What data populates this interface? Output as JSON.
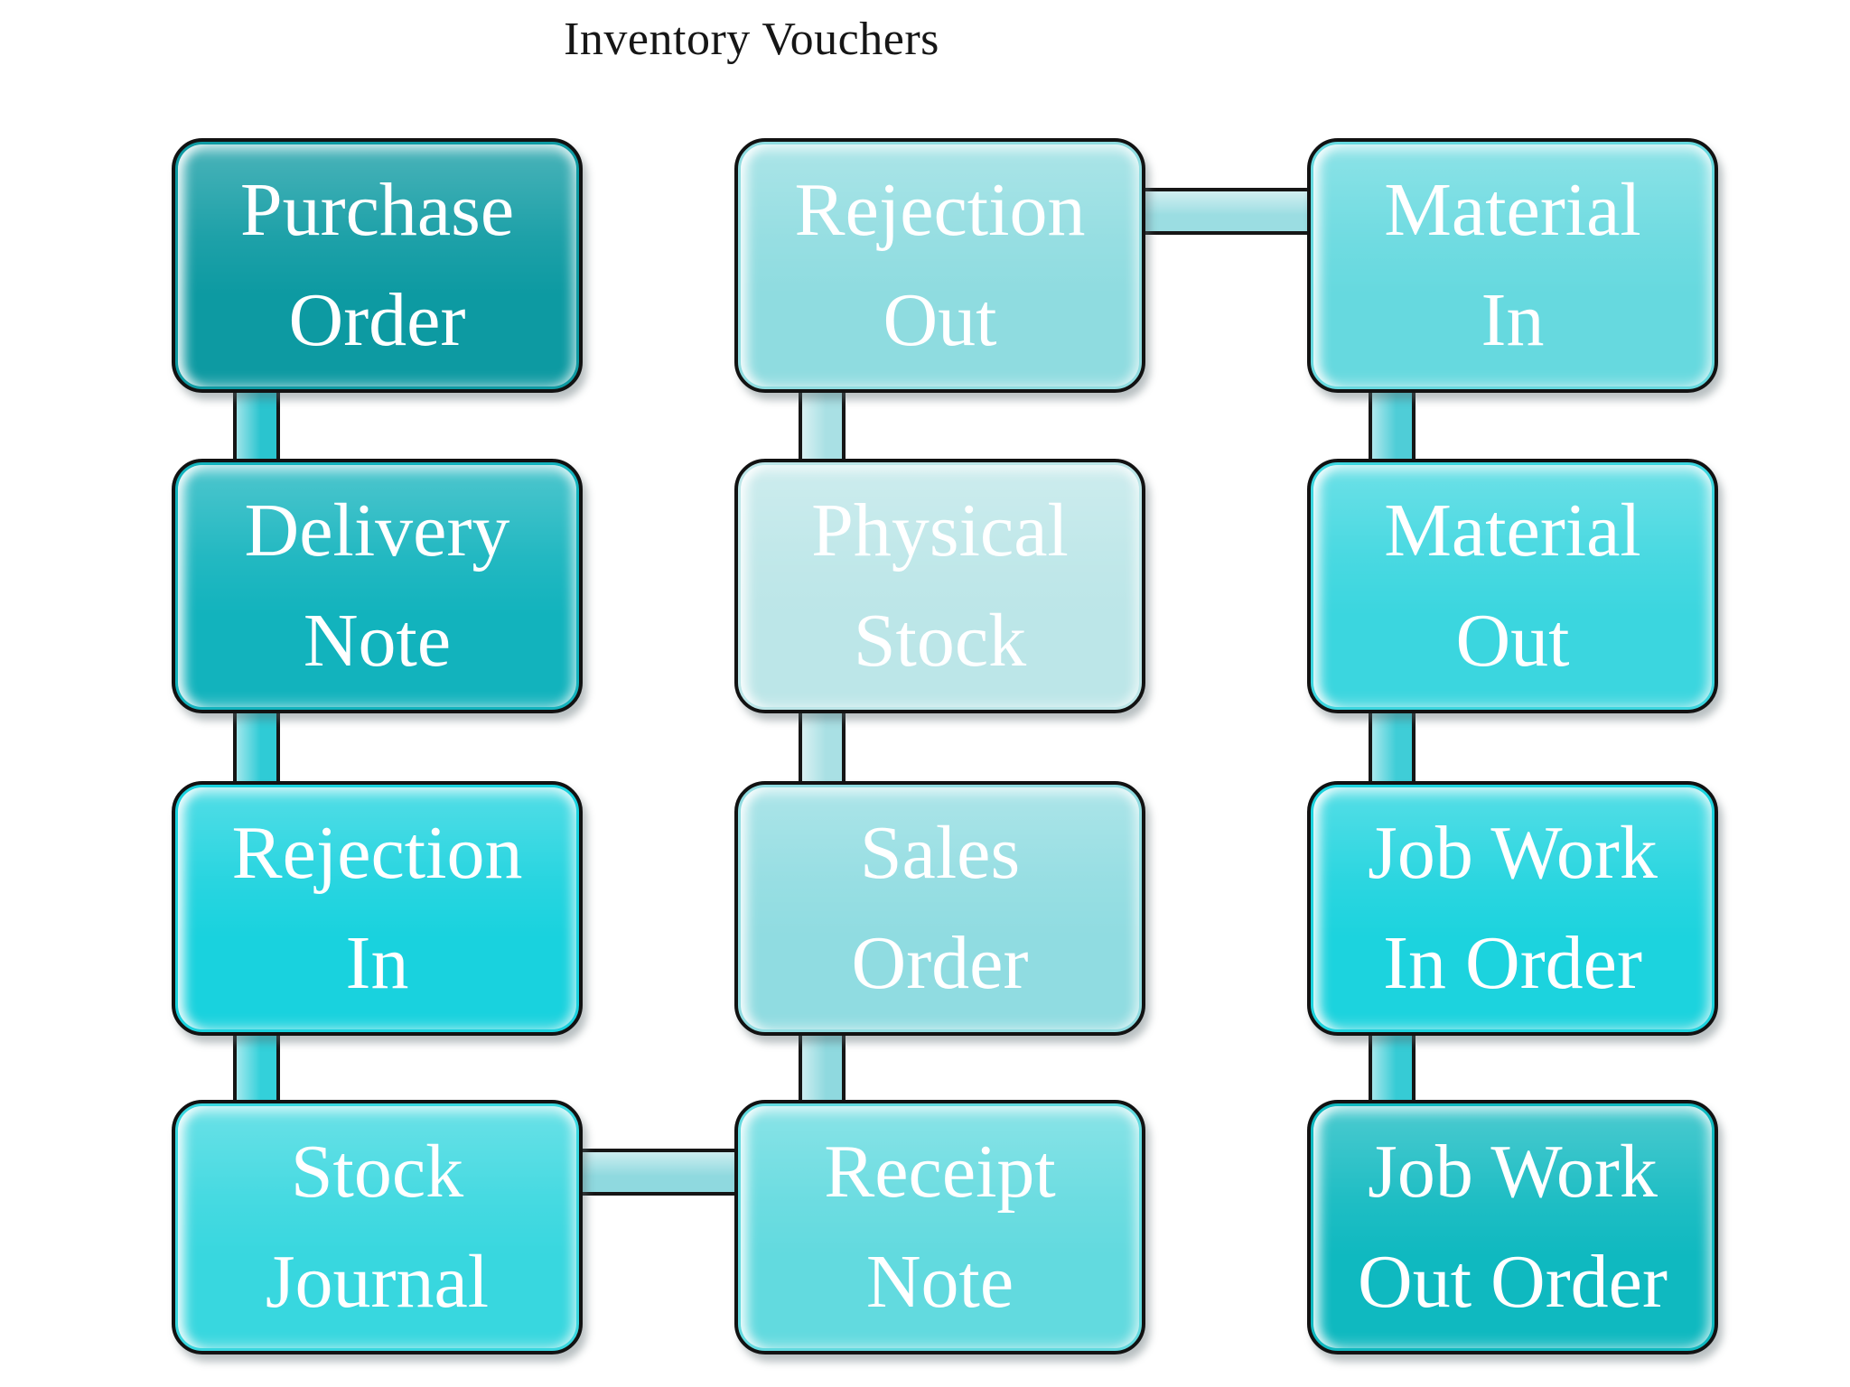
{
  "title": "Inventory Vouchers",
  "nodes": {
    "purchase_order": {
      "line1": "Purchase",
      "line2": "Order",
      "color": "#0D9AA2"
    },
    "delivery_note": {
      "line1": "Delivery",
      "line2": "Note",
      "color": "#12B3BD"
    },
    "rejection_in": {
      "line1": "Rejection",
      "line2": "In",
      "color": "#19D2DE"
    },
    "stock_journal": {
      "line1": "Stock",
      "line2": "Journal",
      "color": "#38D7DF"
    },
    "rejection_out": {
      "line1": "Rejection",
      "line2": "Out",
      "color": "#8FDCE0"
    },
    "physical_stock": {
      "line1": "Physical",
      "line2": "Stock",
      "color": "#BCE6E8"
    },
    "sales_order": {
      "line1": "Sales",
      "line2": "Order",
      "color": "#90DCE1"
    },
    "receipt_note": {
      "line1": "Receipt",
      "line2": "Note",
      "color": "#62DADF"
    },
    "material_in": {
      "line1": "Material",
      "line2": "In",
      "color": "#66D9DF"
    },
    "material_out": {
      "line1": "Material",
      "line2": "Out",
      "color": "#3BD6DF"
    },
    "job_work_in_order": {
      "line1": "Job Work",
      "line2": "In Order",
      "color": "#1CD3DE"
    },
    "job_work_out_order": {
      "line1": "Job Work",
      "line2": "Out Order",
      "color": "#0FB9C0"
    }
  },
  "connectors": {
    "po_dn": {
      "from": "purchase_order",
      "to": "delivery_note",
      "color": "#2AC4CF"
    },
    "dn_ri": {
      "from": "delivery_note",
      "to": "rejection_in",
      "color": "#2FCBD6"
    },
    "ri_sj": {
      "from": "rejection_in",
      "to": "stock_journal",
      "color": "#33D0DA"
    },
    "ro_ps": {
      "from": "rejection_out",
      "to": "physical_stock",
      "color": "#A9E0E4"
    },
    "ps_so": {
      "from": "physical_stock",
      "to": "sales_order",
      "color": "#A9E0E4"
    },
    "so_rn": {
      "from": "sales_order",
      "to": "receipt_note",
      "color": "#8FD9DF"
    },
    "mi_mo": {
      "from": "material_in",
      "to": "material_out",
      "color": "#4FCDD7"
    },
    "mo_jwi": {
      "from": "material_out",
      "to": "job_work_in_order",
      "color": "#3FCDD7"
    },
    "jwi_jwo": {
      "from": "job_work_in_order",
      "to": "job_work_out_order",
      "color": "#36CBD5"
    },
    "ro_mi": {
      "from": "rejection_out",
      "to": "material_in",
      "color": "#9BDDE2"
    },
    "sj_rn": {
      "from": "stock_journal",
      "to": "receipt_note",
      "color": "#8FD9DF"
    }
  },
  "style": {
    "text_color": "#FFFFFF",
    "border_color": "#161616",
    "background_color": "#FFFFFF"
  }
}
